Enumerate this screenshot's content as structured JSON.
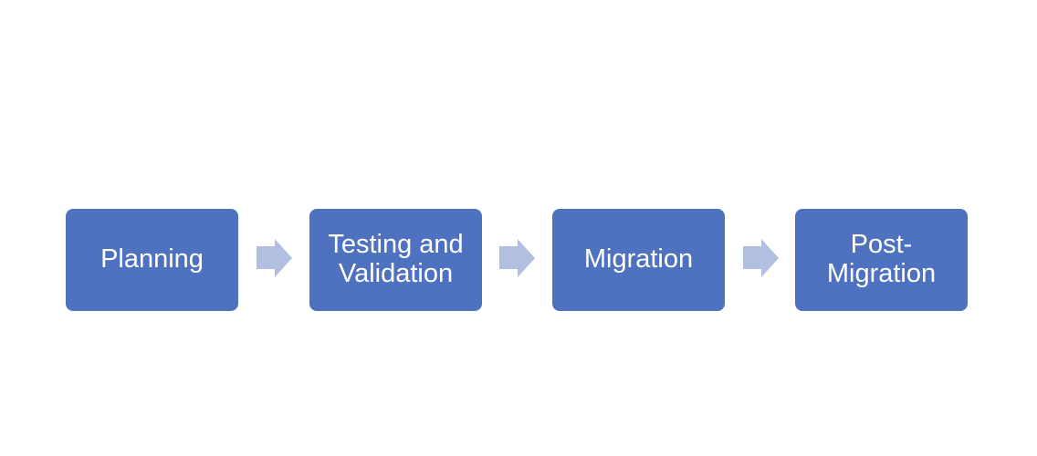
{
  "diagram": {
    "type": "process-flow",
    "colors": {
      "box": "#4f72c0",
      "text": "#ffffff",
      "arrow": "#b3bfe0",
      "background": "#ffffff"
    },
    "steps": [
      {
        "label": "Planning"
      },
      {
        "label": "Testing and Validation"
      },
      {
        "label": "Migration"
      },
      {
        "label": "Post-Migration"
      }
    ],
    "connectors": [
      {
        "from": "Planning",
        "to": "Testing and Validation",
        "icon": "right-arrow-icon"
      },
      {
        "from": "Testing and Validation",
        "to": "Migration",
        "icon": "right-arrow-icon"
      },
      {
        "from": "Migration",
        "to": "Post-Migration",
        "icon": "right-arrow-icon"
      }
    ]
  }
}
